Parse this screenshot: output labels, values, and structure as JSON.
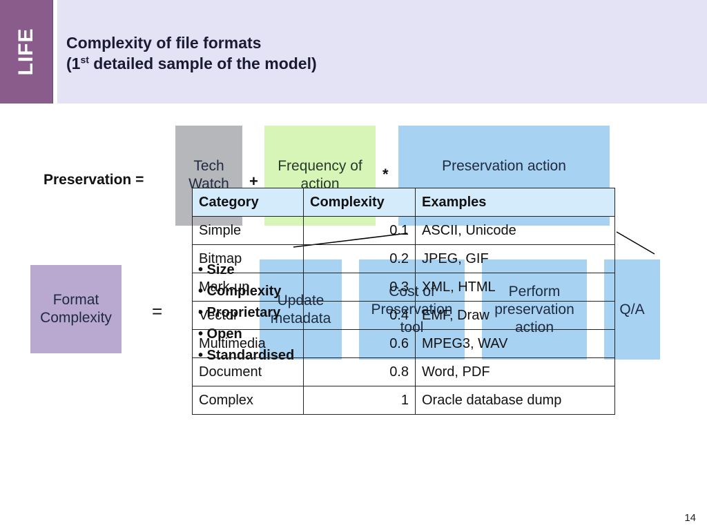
{
  "header": {
    "brand": "LIFE",
    "title_line1": "Complexity of file formats",
    "title_line2_prefix": "(1",
    "title_line2_sup": "st",
    "title_line2_suffix": " detailed sample of the model)"
  },
  "equation": {
    "left_label": "Preservation =",
    "tech_watch": "Tech Watch",
    "plus": "+",
    "frequency": "Frequency of action",
    "times": "*",
    "preservation_action": "Preservation action"
  },
  "format_row": {
    "format_complexity": "Format Complexity",
    "equals": "=",
    "update_metadata": "Update metadata",
    "cost_of_tool": "Cost of Preservation tool",
    "perform_action": "Perform preservation action",
    "qa": "Q/A"
  },
  "bullets": [
    "• Size",
    "• Complexity",
    "• Proprietary",
    "• Open",
    "• Standardised"
  ],
  "table": {
    "headers": [
      "Category",
      "Complexity",
      "Examples"
    ],
    "rows": [
      [
        "Simple",
        "0.1",
        "ASCII, Unicode"
      ],
      [
        "Bitmap",
        "0.2",
        "JPEG, GIF"
      ],
      [
        "Mark-up",
        "0.3",
        "XML, HTML"
      ],
      [
        "Vector",
        "0.4",
        "EMF, Draw"
      ],
      [
        "Multimedia",
        "0.6",
        "MPEG3, WAV"
      ],
      [
        "Document",
        "0.8",
        "Word, PDF"
      ],
      [
        "Complex",
        "1",
        "Oracle database dump"
      ]
    ]
  },
  "page_number": "14",
  "colors": {
    "brand": "#8a5c8c",
    "header_band": "#e4e3f5",
    "tech_watch_box": "#b6b7ba",
    "frequency_box": "#d8f5b8",
    "action_box": "#a7d2f1",
    "format_box": "#b9a8cf",
    "table_header": "#d3ebfb"
  }
}
